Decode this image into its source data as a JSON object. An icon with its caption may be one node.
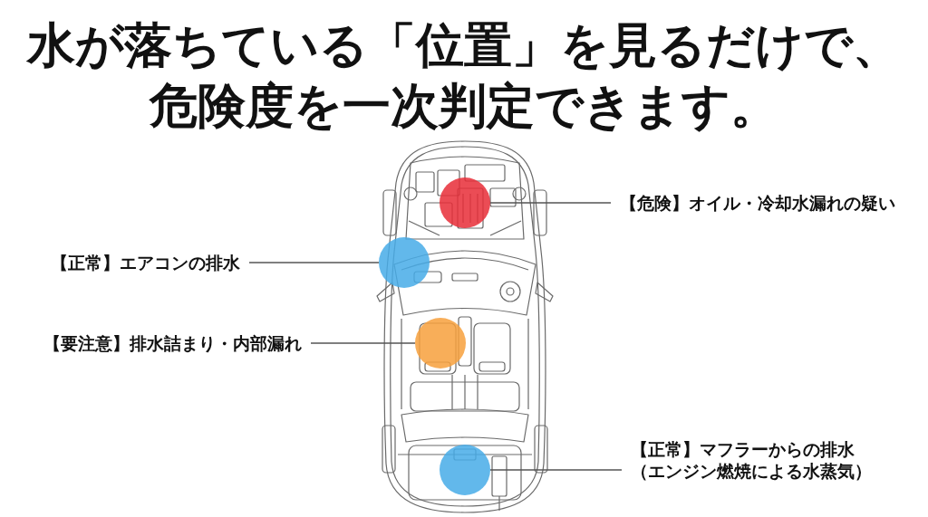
{
  "diagram": {
    "title": "水が落ちている「位置」を見るだけで、危険度を一次判定できます。",
    "nodes": [
      {
        "text": [
          "【危険】オイル・冷却水漏れの疑い"
        ]
      },
      {
        "text": [],
        "shape": "circle"
      },
      {
        "text": [
          "【正常】エアコンの排水"
        ]
      },
      {
        "text": [],
        "shape": "circle"
      },
      {
        "text": [
          "【要注意】排水詰まり・内部漏れ"
        ]
      },
      {
        "text": [],
        "shape": "circle"
      },
      {
        "text": [
          "【正常】マフラーからの排水",
          "（エンジン燃焼による水蒸気）"
        ]
      },
      {
        "text": [],
        "shape": "circle"
      }
    ],
    "edges": [
      {
        "from": 0,
        "to": 1,
        "arrow": "none"
      },
      {
        "from": 2,
        "to": 3,
        "arrow": "none"
      },
      {
        "from": 4,
        "to": 5,
        "arrow": "none"
      },
      {
        "from": 6,
        "to": 7,
        "arrow": "none"
      }
    ]
  }
}
